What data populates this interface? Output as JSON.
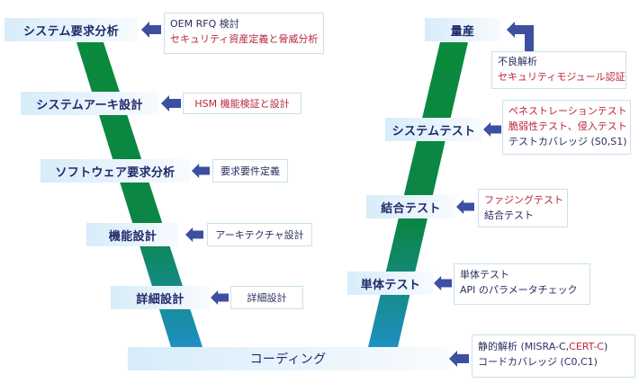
{
  "colors": {
    "v_stroke_top": "#0a8a3c",
    "v_stroke_bottom": "#1e8fc0",
    "phase_text": "#1f2a6b",
    "note_text": "#2a2f5f",
    "security_text": "#b8273d",
    "arrow": "#3d4fa0",
    "note_border": "#c9e2ee"
  },
  "left_phases": [
    {
      "label": "システム要求分析"
    },
    {
      "label": "システムアーキ設計"
    },
    {
      "label": "ソフトウェア要求分析"
    },
    {
      "label": "機能設計"
    },
    {
      "label": "詳細設計"
    }
  ],
  "coding": {
    "label": "コーディング"
  },
  "right_phases": [
    {
      "label": "量産"
    },
    {
      "label": "システムテスト"
    },
    {
      "label": "結合テスト"
    },
    {
      "label": "単体テスト"
    }
  ],
  "notes": {
    "system_requirements": {
      "lines": [
        {
          "text": "OEM RFQ 検討",
          "security": false
        },
        {
          "text": "セキュリティ資産定義と脅威分析",
          "security": true
        }
      ]
    },
    "system_architecture": {
      "lines": [
        {
          "text": "HSM 機能検証と設計",
          "security": true
        }
      ]
    },
    "software_requirements": {
      "lines": [
        {
          "text": "要求要件定義",
          "security": false
        }
      ]
    },
    "functional_design": {
      "lines": [
        {
          "text": "アーキテクチャ設計",
          "security": false
        }
      ]
    },
    "detailed_design": {
      "lines": [
        {
          "text": "詳細設計",
          "security": false
        }
      ]
    },
    "mass_production": {
      "lines": [
        {
          "text": "不良解析",
          "security": false
        },
        {
          "text": "セキュリティモジュール認証",
          "security": true
        }
      ]
    },
    "system_test": {
      "lines": [
        {
          "text": "ペネストレーションテスト",
          "security": true
        },
        {
          "text": "脆弱性テスト、侵入テスト",
          "security": true
        },
        {
          "text": "テストカバレッジ (S0,S1)",
          "security": false
        }
      ]
    },
    "integration_test": {
      "lines": [
        {
          "text": "ファジングテスト",
          "security": true
        },
        {
          "text": "結合テスト",
          "security": false
        }
      ]
    },
    "unit_test": {
      "lines": [
        {
          "text": "単体テスト",
          "security": false
        },
        {
          "text": "API のパラメータチェック",
          "security": false
        }
      ]
    },
    "coding": {
      "line1_prefix": "静的解析 (MISRA-C,",
      "line1_security": "CERT-C",
      "line1_suffix": ")",
      "line2": "コードカバレッジ (C0,C1)"
    }
  }
}
